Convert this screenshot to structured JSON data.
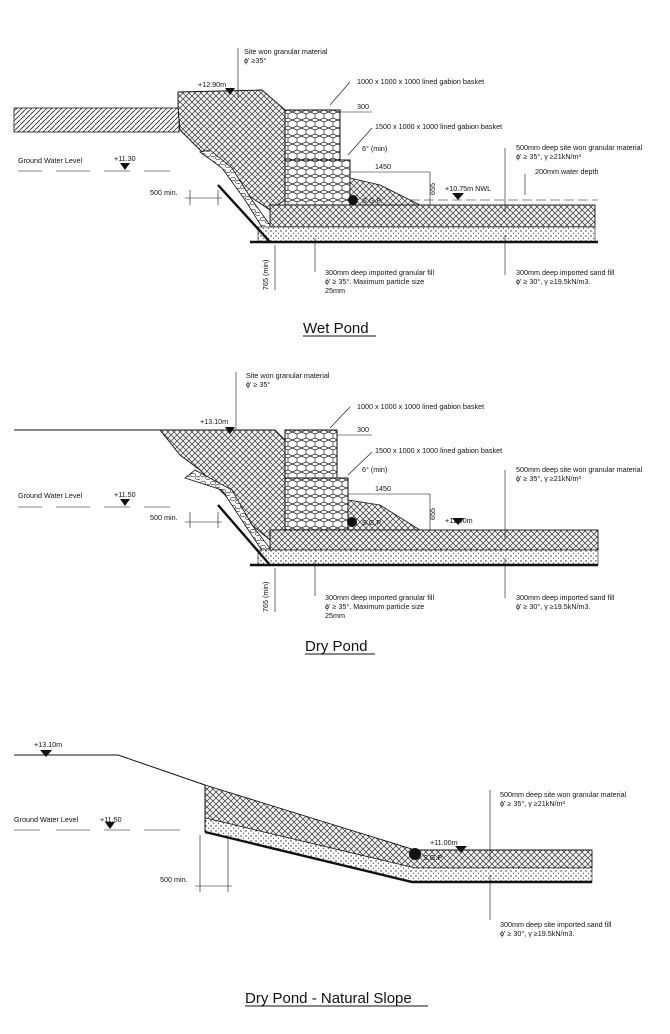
{
  "wet": {
    "title": "Wet Pond",
    "site_won": "Site won granular material",
    "phi_site": "ϕ' ≥35°",
    "level_top": "+12.90m",
    "gabion_1000": "1000 x 1000 x 1000 lined gabion basket",
    "dim_300": "300",
    "gabion_1500": "1500 x 1000 x 1000 lined gabion basket",
    "angle": "6° (min)",
    "dim_1450": "1450",
    "dim_655": "655",
    "nwl": "+10.75m NWL",
    "water_depth": "200mm water depth",
    "gw_label": "Ground Water Level",
    "gw_level": "+11.30",
    "dim_500": "500 min.",
    "dim_765": "765 (min)",
    "geo": "S.G.P.",
    "top_layer_1": "500mm deep site won granular material",
    "top_layer_2": "ϕ' ≥ 35°, γ ≥21kN/m³",
    "fill_1": "300mm deep imported granular fill",
    "fill_2": "ϕ' ≥ 35°. Maximum particle size",
    "fill_3": "25mm",
    "sand_1": "300mm deep imported sand fill",
    "sand_2": "ϕ' ≥ 30°, γ ≥19.5kN/m3."
  },
  "dry": {
    "title": "Dry Pond",
    "site_won": "Site won granular material",
    "phi_site": "ϕ' ≥ 35°",
    "level_top": "+13.10m",
    "gabion_1000": "1000 x 1000 x 1000 lined gabion basket",
    "dim_300": "300",
    "gabion_1500": "1500 x 1000 x 1000 lined gabion basket",
    "angle": "6° (min)",
    "dim_1450": "1450",
    "dim_655": "655",
    "base_level": "+11.00m",
    "gw_label": "Ground Water Level",
    "gw_level": "+11.50",
    "dim_500": "500 min.",
    "dim_765": "765 (min)",
    "geo": "S.G.P.",
    "top_layer_1": "500mm deep site won granular material",
    "top_layer_2": "ϕ' ≥ 35°, γ ≥21kN/m³",
    "fill_1": "300mm deep imported granular fill",
    "fill_2": "ϕ' ≥ 35°. Maximum particle size",
    "fill_3": "25mm",
    "sand_1": "300mm deep imported sand fill",
    "sand_2": "ϕ' ≥ 30°, γ ≥19.5kN/m3."
  },
  "natural": {
    "title": "Dry Pond - Natural Slope",
    "level_top": "+13.10m",
    "gw_label": "Ground Water Level",
    "gw_level": "+11.50",
    "dim_500": "500 min.",
    "base_level": "+11.00m",
    "geo": "S.G.P.",
    "top_layer_1": "500mm deep site won granular material",
    "top_layer_2": "ϕ' ≥ 35°, γ ≥21kN/m³",
    "sand_1": "300mm deep site imported sand fill",
    "sand_2": "ϕ' ≥ 30°, γ ≥19.5kN/m3."
  }
}
